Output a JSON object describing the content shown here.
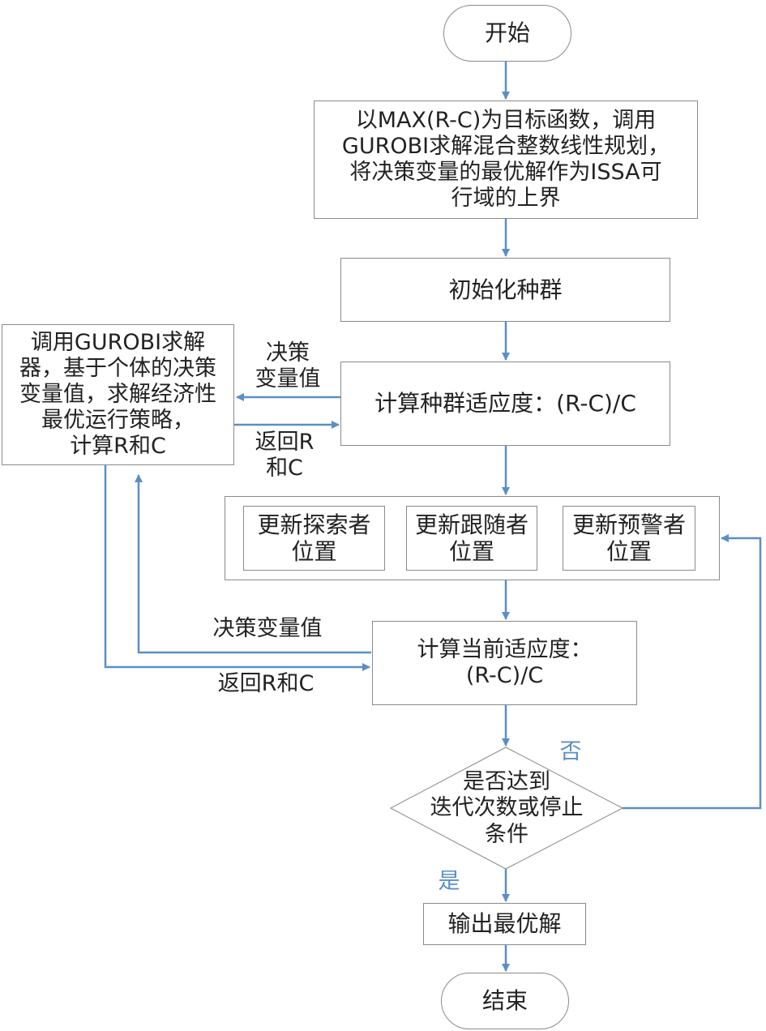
{
  "colors": {
    "arrow": "#5b8fc4",
    "border": "#8a8a8a",
    "text": "#222222",
    "branch_label": "#5b8fc4"
  },
  "nodes": {
    "start": "开始",
    "upper_bound": "以MAX(R-C)为目标函数，调用\nGUROBI求解混合整数线性规划，\n将决策变量的最优解作为ISSA可\n行域的上界",
    "init_population": "初始化种群",
    "population_fitness": "计算种群适应度：(R-C)/C",
    "gurobi_solver": "调用GUROBI求解\n器，基于个体的决策\n变量值，求解经济性\n最优运行策略，\n计算R和C",
    "update_group": {
      "discoverer": "更新探索者\n位置",
      "follower": "更新跟随者\n位置",
      "scout": "更新预警者\n位置"
    },
    "current_fitness": "计算当前适应度：\n(R-C)/C",
    "decision": "是否达到\n迭代次数或停止\n条件",
    "output": "输出最优解",
    "end": "结束"
  },
  "edge_labels": {
    "decision_vars_upper": "决策\n变量值",
    "return_rc_upper": "返回R\n和C",
    "decision_vars_lower": "决策变量值",
    "return_rc_lower": "返回R和C",
    "no": "否",
    "yes": "是"
  }
}
